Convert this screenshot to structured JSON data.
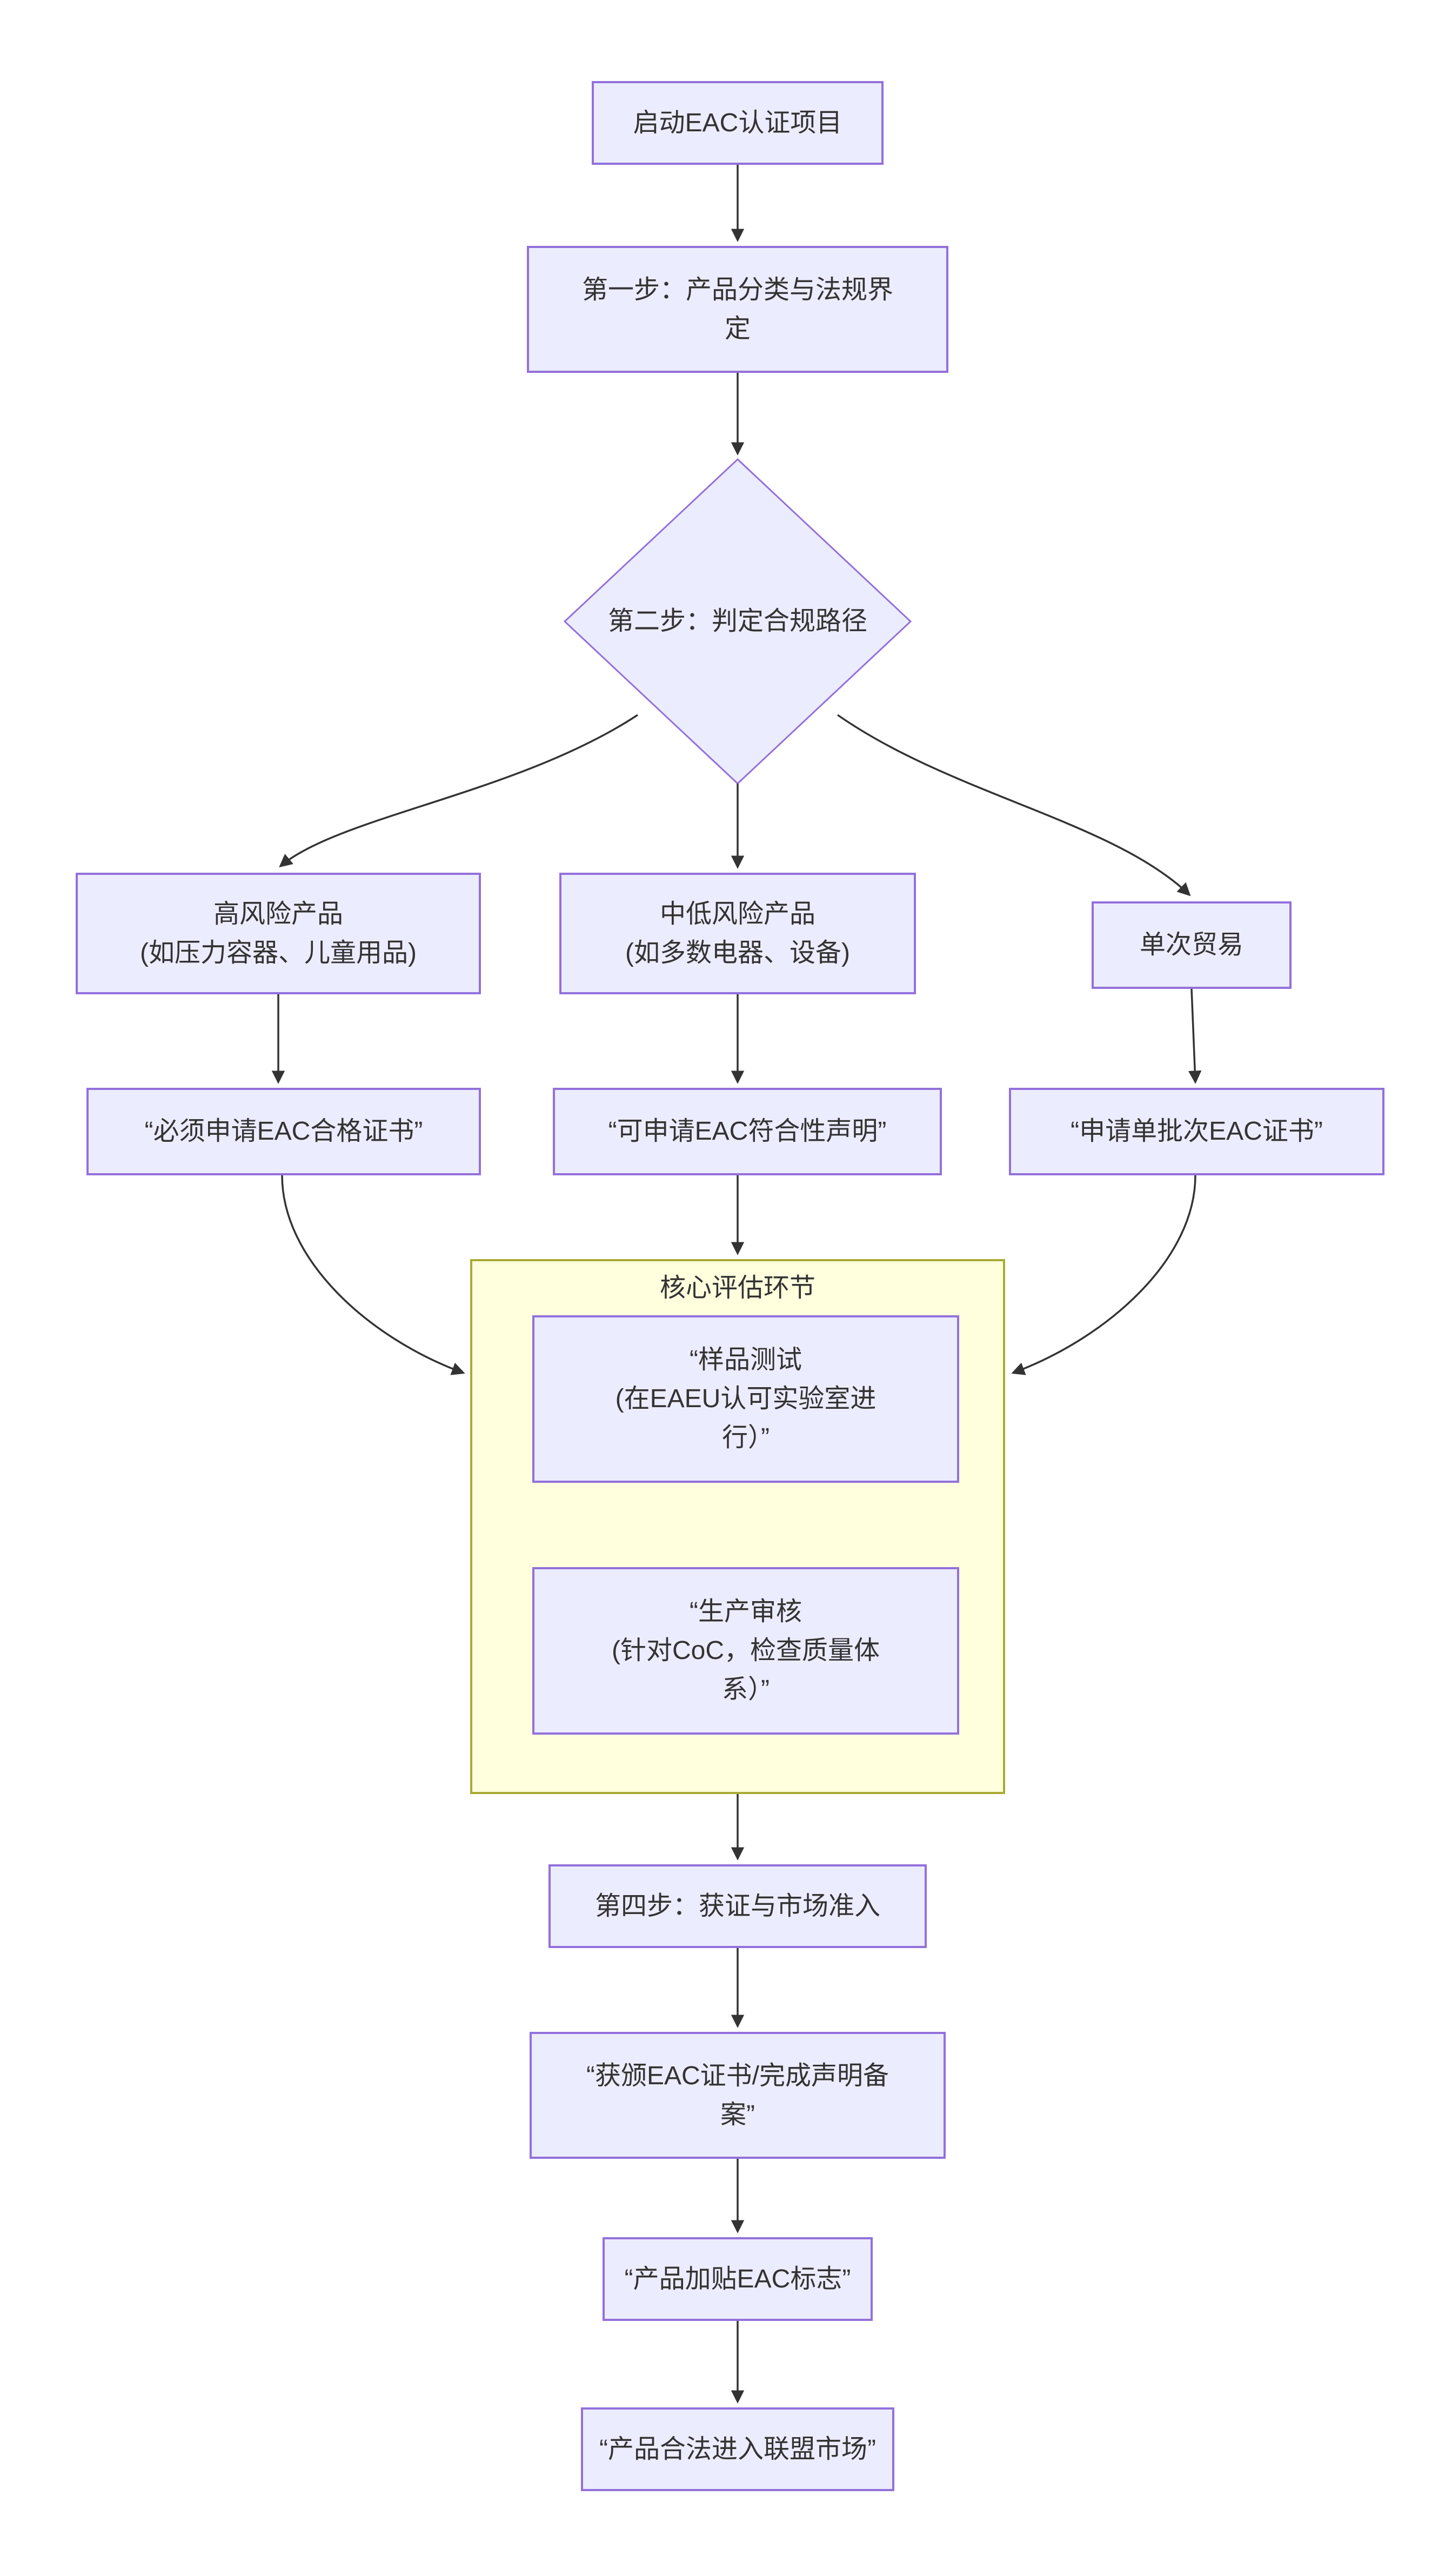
{
  "colors": {
    "node_fill": "#ECECFF",
    "node_border": "#9370DB",
    "cluster_fill": "#ffffde",
    "cluster_border": "#aaaa33",
    "edge": "#333333",
    "text": "#333333",
    "background": "#ffffff"
  },
  "flowchart": {
    "start": "启动EAC认证项目",
    "step1": "第一步：产品分类与法规界\n定",
    "decision": "第二步：判定合规路径",
    "high_risk": "高风险产品\n(如压力容器、儿童用品)",
    "mid_risk": "中低风险产品\n(如多数电器、设备)",
    "single_trade": "单次贸易",
    "cert_required": "“必须申请EAC合格证书”",
    "declaration_option": "“可申请EAC符合性声明”",
    "batch_cert": "“申请单批次EAC证书”",
    "cluster_title": "核心评估环节",
    "sample_test": "“样品测试\n(在EAEU认可实验室进\n行）”",
    "production_audit": "“生产审核\n(针对CoC，检查质量体\n系）”",
    "step4": "第四步：获证与市场准入",
    "grant": "“获颁EAC证书/完成声明备\n案”",
    "mark": "“产品加贴EAC标志”",
    "market": "“产品合法进入联盟市场”",
    "edges": [
      [
        "start",
        "step1"
      ],
      [
        "step1",
        "decision"
      ],
      [
        "decision",
        "high_risk"
      ],
      [
        "decision",
        "mid_risk"
      ],
      [
        "decision",
        "single_trade"
      ],
      [
        "high_risk",
        "cert_required"
      ],
      [
        "mid_risk",
        "declaration_option"
      ],
      [
        "single_trade",
        "batch_cert"
      ],
      [
        "cert_required",
        "core_assessment_cluster"
      ],
      [
        "declaration_option",
        "core_assessment_cluster"
      ],
      [
        "batch_cert",
        "core_assessment_cluster"
      ],
      [
        "core_assessment_cluster",
        "step4"
      ],
      [
        "step4",
        "grant"
      ],
      [
        "grant",
        "mark"
      ],
      [
        "mark",
        "market"
      ]
    ]
  }
}
